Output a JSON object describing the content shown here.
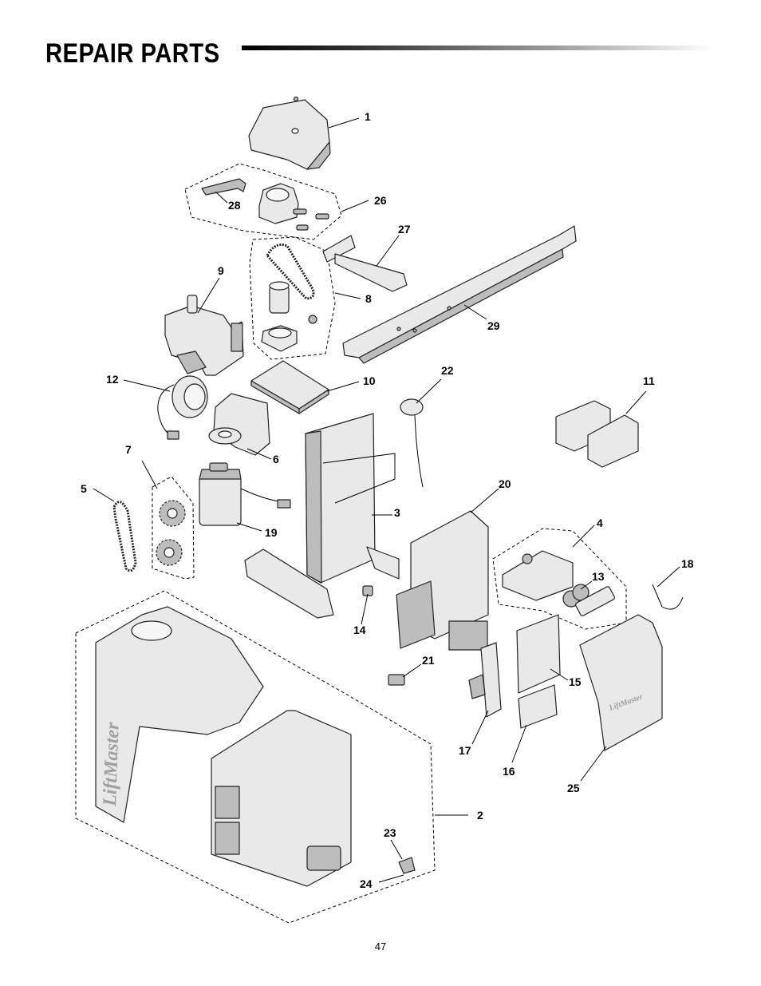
{
  "page": {
    "title": "REPAIR PARTS",
    "page_number": "47"
  },
  "brand": {
    "logo_text": "LiftMaster"
  },
  "callouts": [
    "1",
    "2",
    "3",
    "4",
    "5",
    "6",
    "7",
    "8",
    "9",
    "10",
    "11",
    "12",
    "13",
    "14",
    "15",
    "16",
    "17",
    "18",
    "19",
    "20",
    "21",
    "22",
    "23",
    "24",
    "25",
    "26",
    "27",
    "28",
    "29"
  ]
}
